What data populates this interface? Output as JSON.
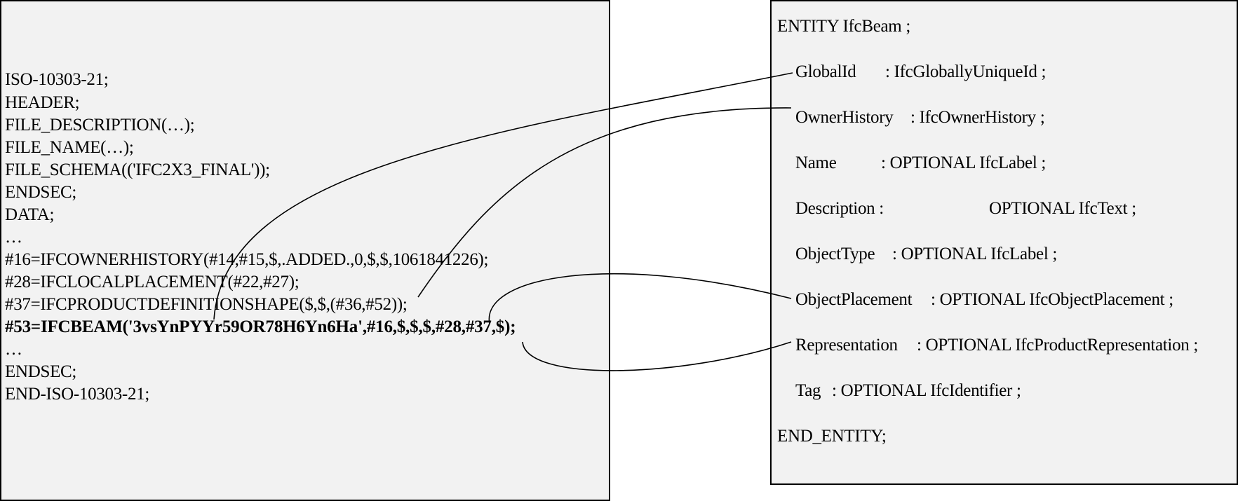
{
  "step_file": {
    "lines": [
      "ISO-10303-21;",
      "HEADER;",
      "FILE_DESCRIPTION(…);",
      "FILE_NAME(…);",
      "FILE_SCHEMA(('IFC2X3_FINAL'));",
      "ENDSEC;",
      "DATA;",
      "…",
      "#16=IFCOWNERHISTORY(#14,#15,$,.ADDED.,0,$,$,1061841226);",
      "#28=IFCLOCALPLACEMENT(#22,#27);",
      "#37=IFCPRODUCTDEFINITIONSHAPE($,$,(#36,#52));",
      "#53=IFCBEAM('3vsYnPYYr59OR78H6Yn6Ha',#16,$,$,$,#28,#37,$);",
      "…",
      "ENDSEC;",
      "END-ISO-10303-21;"
    ]
  },
  "entity_definition": {
    "header": "ENTITY IfcBeam ;",
    "attributes": [
      {
        "name": "GlobalId",
        "type": ": IfcGloballyUniqueId ;"
      },
      {
        "name": "OwnerHistory",
        "type": ": IfcOwnerHistory ;"
      },
      {
        "name": "Name",
        "type": ": OPTIONAL IfcLabel ;"
      },
      {
        "name": "Description :",
        "type": "OPTIONAL IfcText ;"
      },
      {
        "name": "ObjectType",
        "type": ": OPTIONAL IfcLabel ;"
      },
      {
        "name": "ObjectPlacement",
        "type": ": OPTIONAL IfcObjectPlacement ;"
      },
      {
        "name": "Representation",
        "type": ": OPTIONAL IfcProductRepresentation ;"
      },
      {
        "name": "Tag",
        "type": ": OPTIONAL IfcIdentifier ;"
      }
    ],
    "footer": "END_ENTITY;"
  }
}
